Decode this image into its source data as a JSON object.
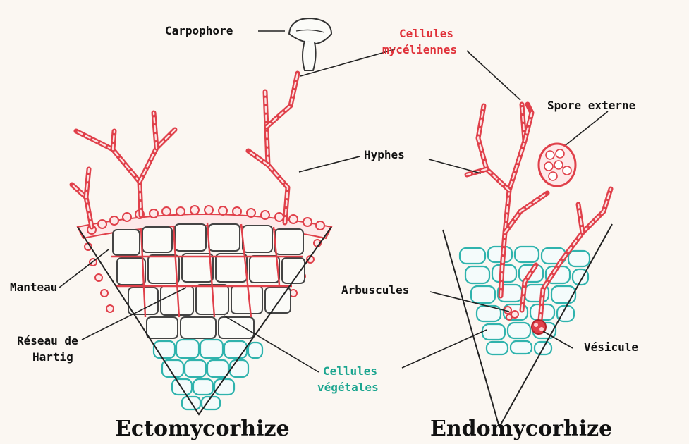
{
  "labels": {
    "carpophore": "Carpophore",
    "cellules_myceliennes_1": "Cellules",
    "cellules_myceliennes_2": "mycéliennes",
    "spore_externe": "Spore externe",
    "hyphes": "Hyphes",
    "manteau": "Manteau",
    "arbuscules": "Arbuscules",
    "reseau_1": "Réseau de",
    "reseau_2": "Hartig",
    "vesicule": "Vésicule",
    "cellules_vegetales_1": "Cellules",
    "cellules_vegetales_2": "végétales"
  },
  "titles": {
    "ecto": "Ectomycorhize",
    "endo": "Endomycorhize"
  },
  "colors": {
    "fungus": "#e0404a",
    "plant": "#2fb3ad",
    "label_black": "#111111",
    "label_red": "#e0323a",
    "label_green": "#1aa58f"
  }
}
